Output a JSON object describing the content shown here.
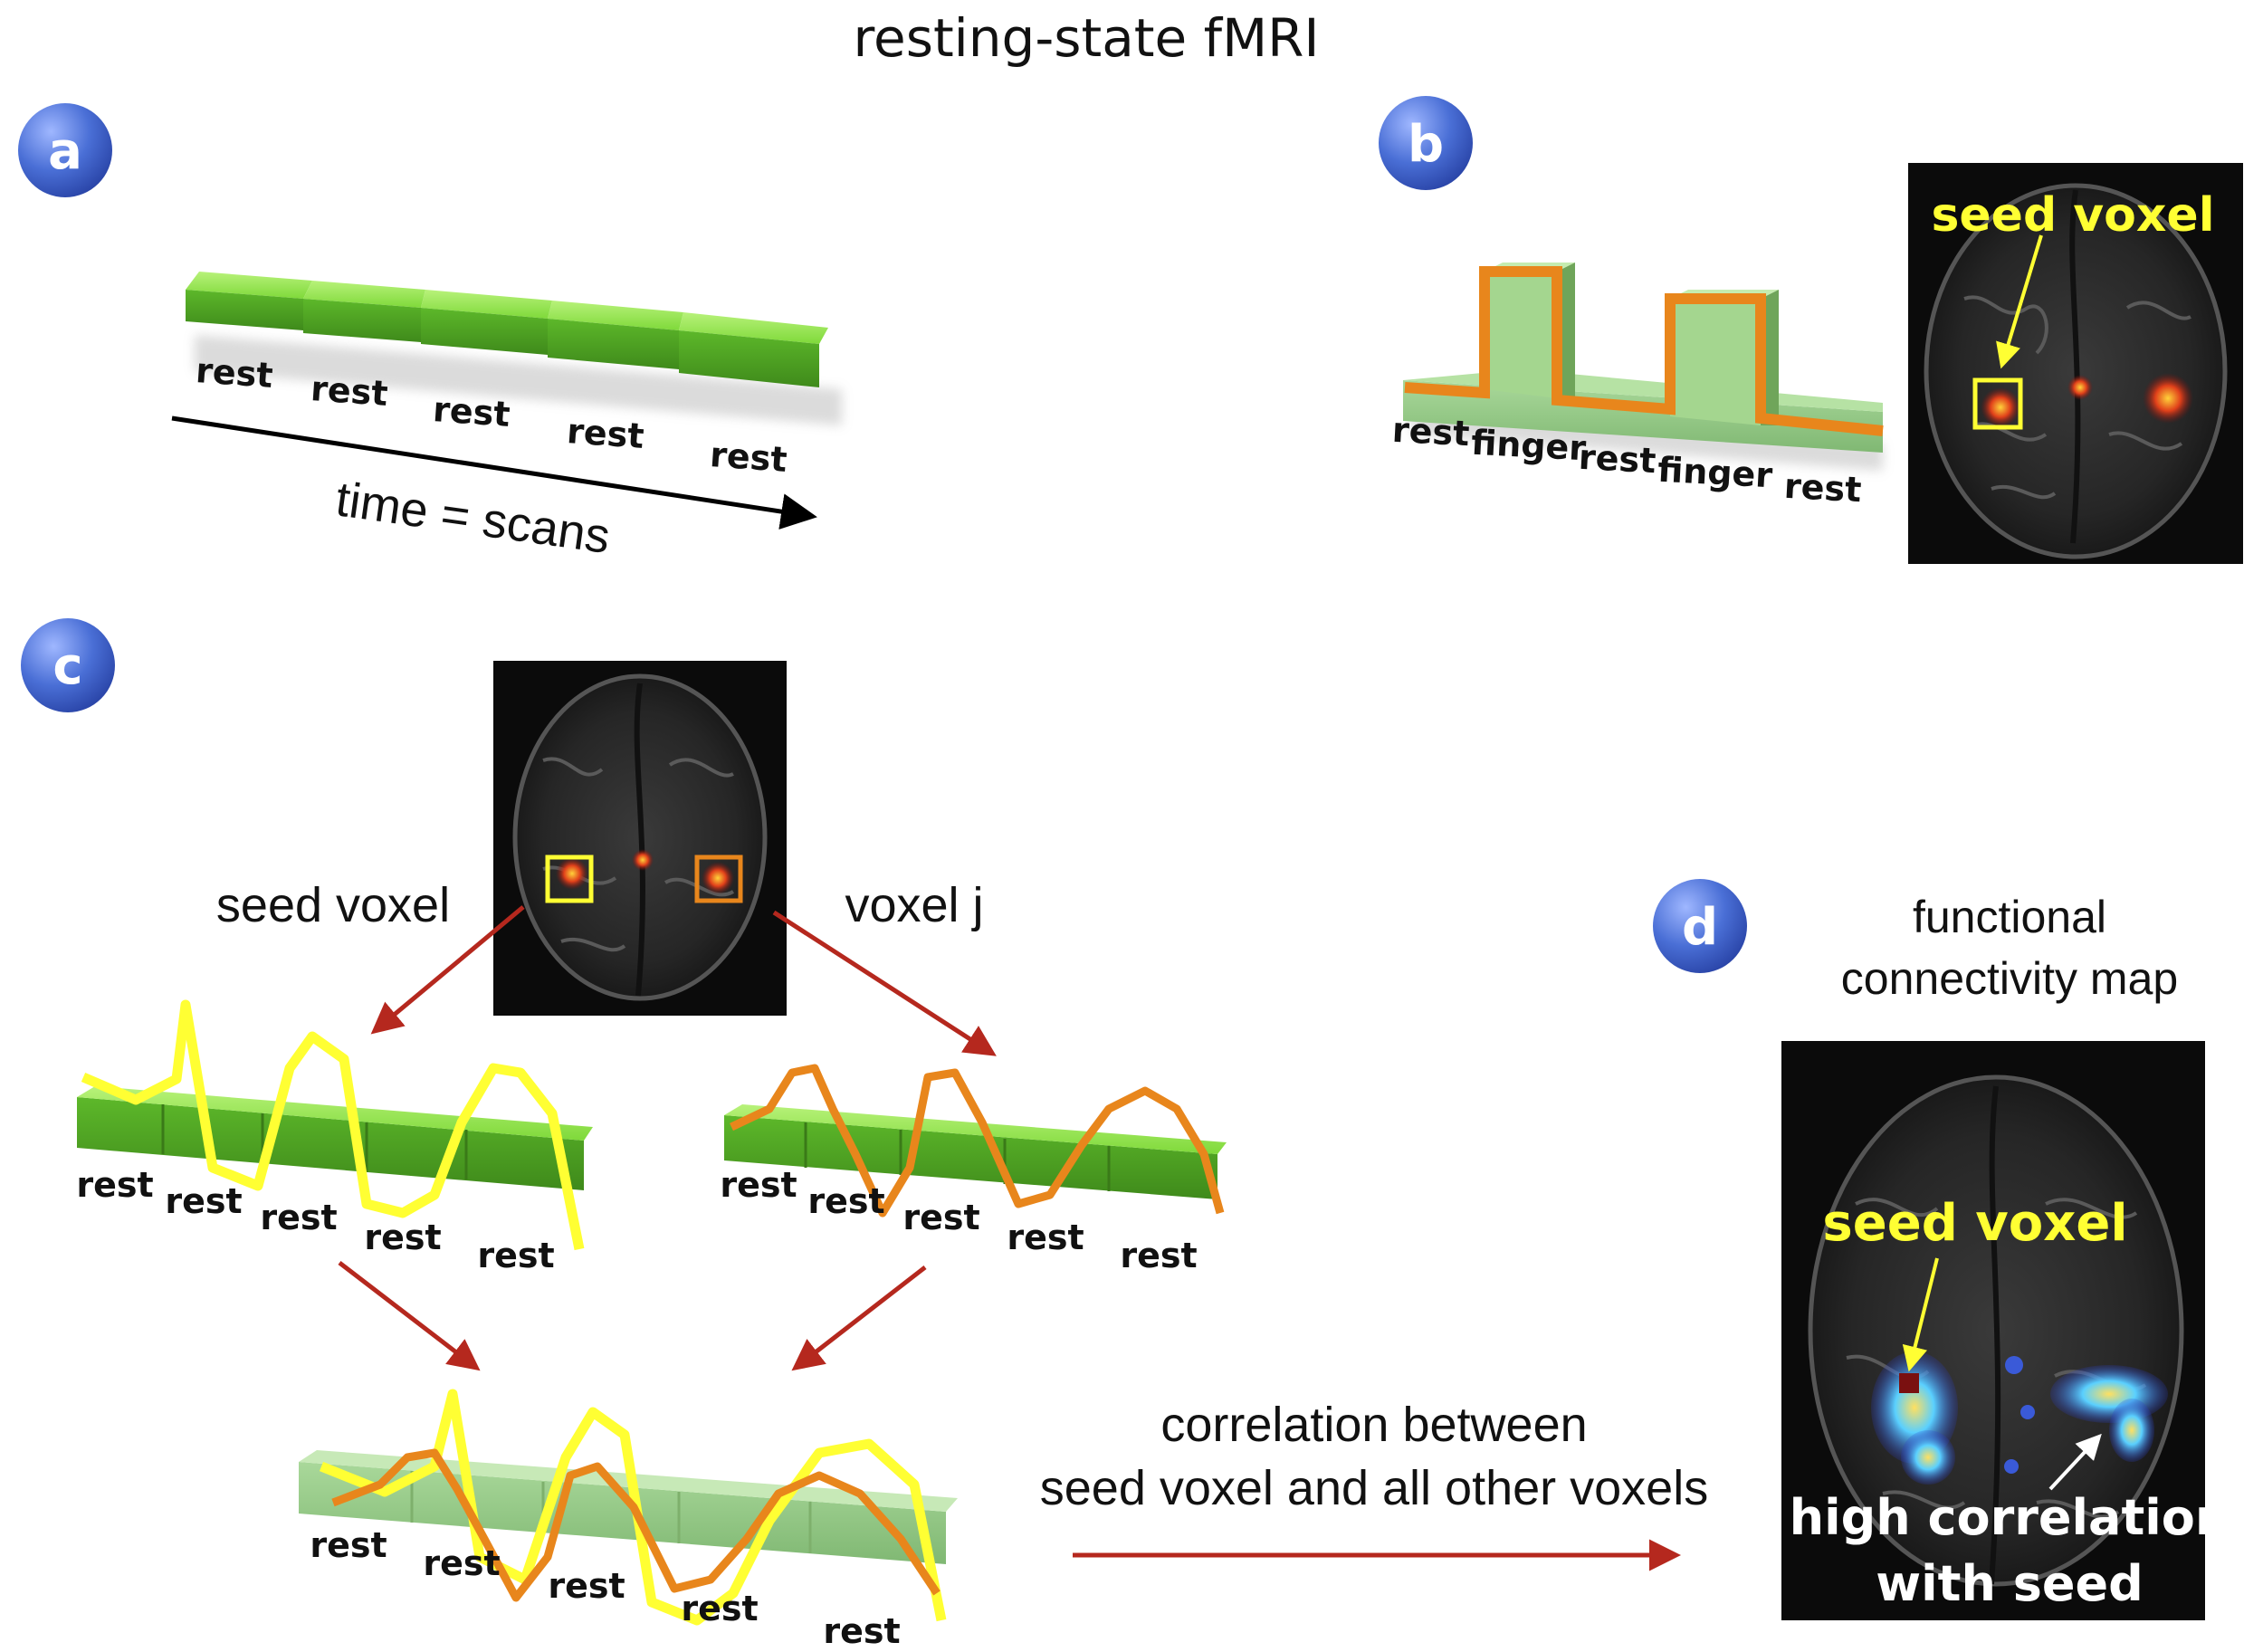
{
  "title": "resting-state fMRI",
  "panels": {
    "a": {
      "badge": "a",
      "blocks": [
        "rest",
        "rest",
        "rest",
        "rest",
        "rest"
      ],
      "axis_label": "time = scans"
    },
    "b": {
      "badge": "b",
      "blocks": [
        "rest",
        "finger",
        "rest",
        "finger",
        "rest"
      ],
      "brain_label": "seed voxel"
    },
    "c": {
      "badge": "c",
      "seed_label": "seed voxel",
      "voxel_label": "voxel j",
      "seed_blocks": [
        "rest",
        "rest",
        "rest",
        "rest",
        "rest"
      ],
      "voxel_blocks": [
        "rest",
        "rest",
        "rest",
        "rest",
        "rest"
      ],
      "combined_blocks": [
        "rest",
        "rest",
        "rest",
        "rest",
        "rest"
      ],
      "correlation_line1": "correlation between",
      "correlation_line2": "seed voxel and all other voxels"
    },
    "d": {
      "badge": "d",
      "title_line1": "functional",
      "title_line2": "connectivity map",
      "seed_label": "seed voxel",
      "high_line1": "high correlation",
      "high_line2": "with seed"
    }
  },
  "colors": {
    "badge": "#4a6fd6",
    "block_green": "#7fd93a",
    "yellow_trace": "#ffff33",
    "orange_trace": "#e8861c",
    "arrow_red": "#b5281e",
    "brain_bg": "#0b0b0b"
  }
}
